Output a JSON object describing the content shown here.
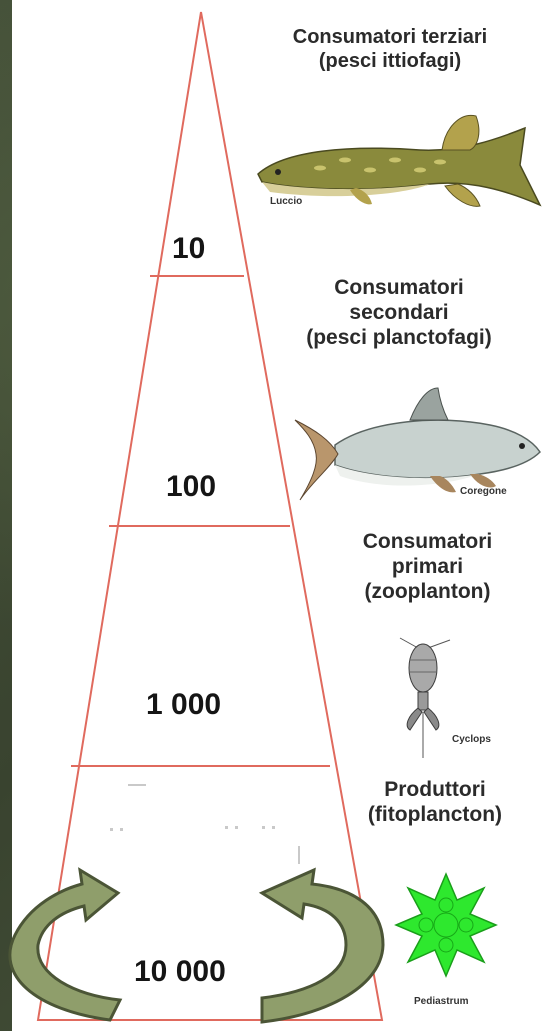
{
  "levels": [
    {
      "value": "10",
      "title": "Consumatori terziari",
      "subtitle": "(pesci ittiofagi)",
      "organism": "Luccio"
    },
    {
      "value": "100",
      "title": "Consumatori secondari",
      "title_line1": "Consumatori",
      "title_line2": "secondari",
      "subtitle": "(pesci planctofagi)",
      "organism": "Coregone"
    },
    {
      "value": "1 000",
      "title": "Consumatori primari",
      "title_line1": "Consumatori",
      "title_line2": "primari",
      "subtitle": "(zooplanton)",
      "organism": "Cyclops"
    },
    {
      "value": "10 000",
      "title": "Produttori",
      "subtitle": "(fitoplancton)",
      "organism": "Pediastrum"
    }
  ],
  "colors": {
    "pyramid_line": "#e06a5e",
    "arrow_fill": "#8f9e6b",
    "arrow_stroke": "#4b5536",
    "algae": "#2ee82e",
    "background": "#3e4a33"
  }
}
